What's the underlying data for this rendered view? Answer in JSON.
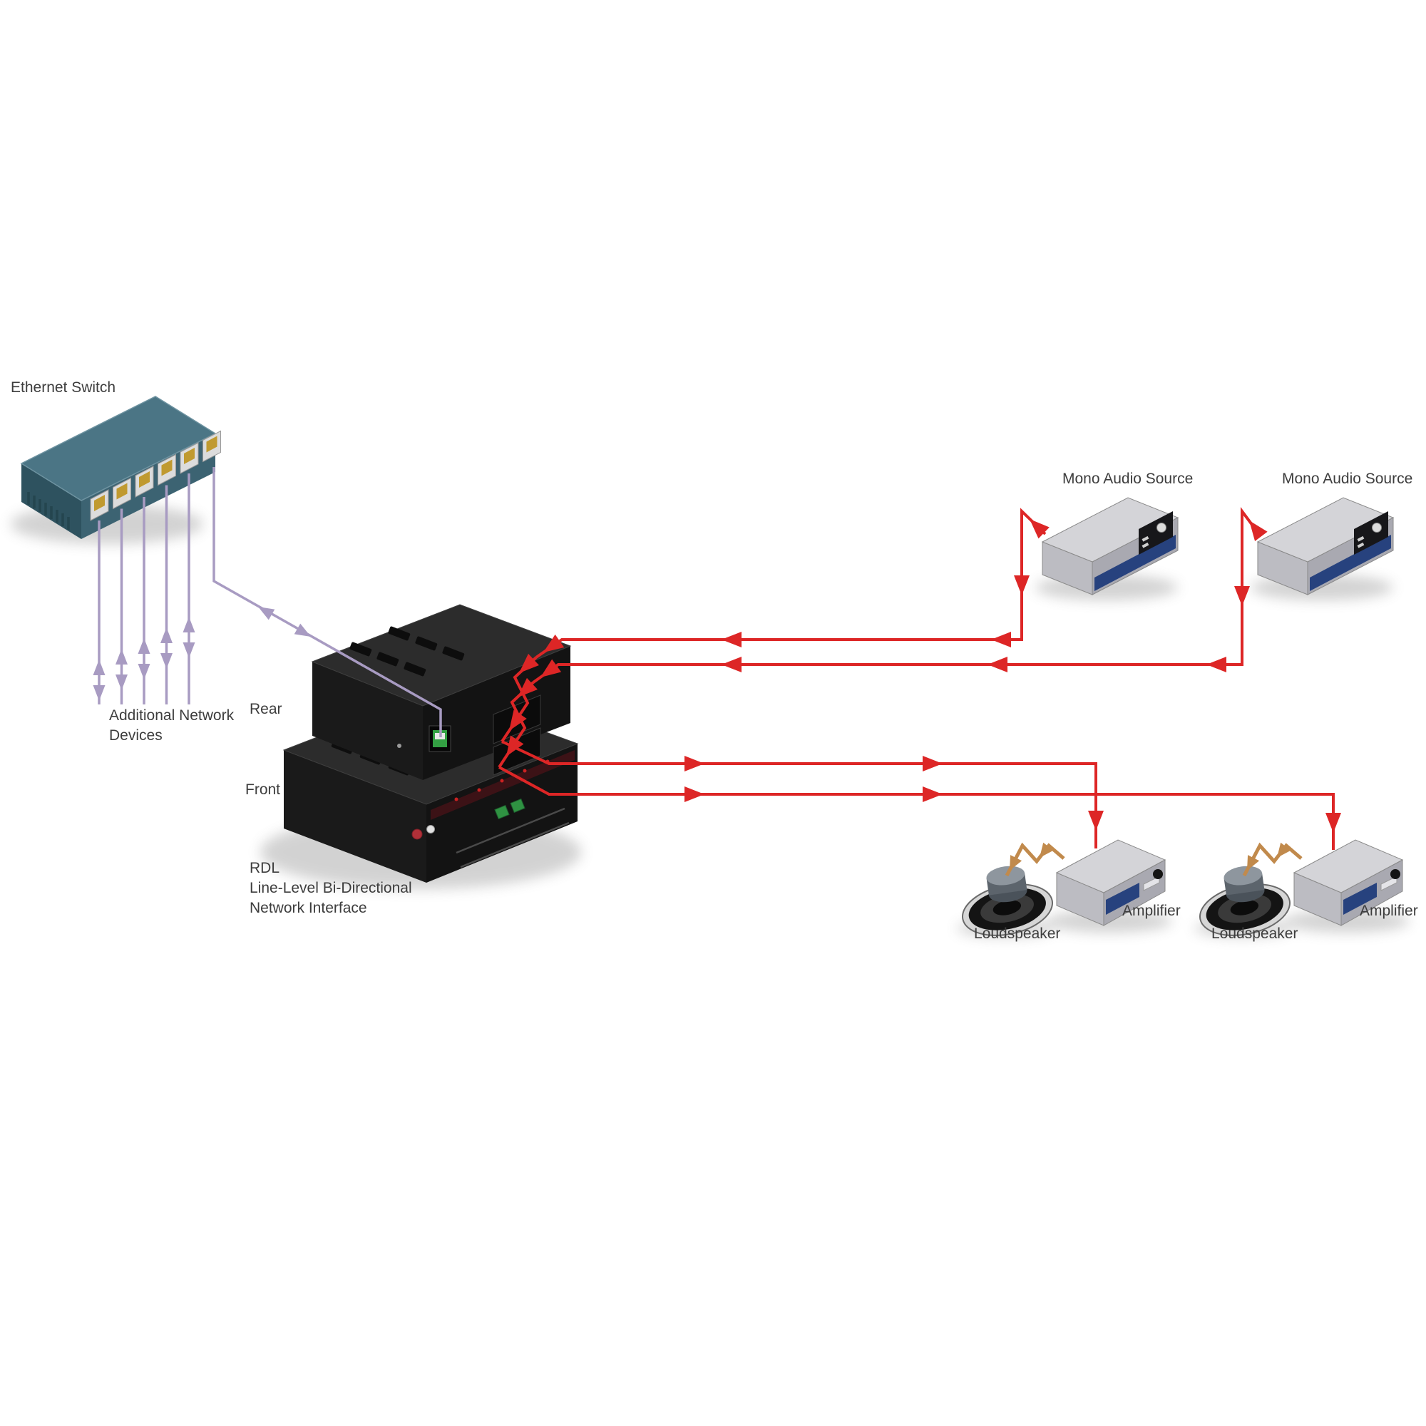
{
  "colors": {
    "network_line": "#a89bc2",
    "audio_line": "#dd2626",
    "speaker_line": "#c18a4c",
    "switch_top": "#4b7585",
    "switch_front": "#3c6372",
    "switch_side": "#2e525f",
    "gray_top": "#d4d4d8",
    "gray_left": "#bcbcc2",
    "gray_right": "#a9a9b1",
    "blue_stripe": "#27427e",
    "label_text": "#3d3d3d",
    "device_black_top": "#2c2c2c",
    "device_black_left": "#1a1a1a",
    "device_black_front": "#131313"
  },
  "labels": {
    "ethernet_switch": "Ethernet Switch",
    "additional_network_devices_line1": "Additional Network",
    "additional_network_devices_line2": "Devices",
    "rear": "Rear",
    "front": "Front",
    "rdl_line1": "RDL",
    "rdl_line2": "Line-Level Bi-Directional",
    "rdl_line3": "Network Interface",
    "mono_audio_source_left": "Mono Audio Source",
    "mono_audio_source_right": "Mono Audio Source",
    "amplifier_left": "Amplifier",
    "amplifier_right": "Amplifier",
    "loudspeaker_left": "Loudspeaker",
    "loudspeaker_right": "Loudspeaker"
  },
  "connections": [
    {
      "from": "Ethernet Switch",
      "to": "Additional Network Devices",
      "line_color_key": "network_line",
      "bidirectional": true,
      "count": 5
    },
    {
      "from": "Ethernet Switch",
      "to": "RDL Line-Level Bi-Directional Network Interface",
      "line_color_key": "network_line",
      "bidirectional": true
    },
    {
      "from": "Mono Audio Source (left)",
      "to": "RDL Network Interface input",
      "line_color_key": "audio_line",
      "bidirectional": false
    },
    {
      "from": "Mono Audio Source (right)",
      "to": "RDL Network Interface input",
      "line_color_key": "audio_line",
      "bidirectional": false
    },
    {
      "from": "RDL Network Interface output",
      "to": "Amplifier (left)",
      "line_color_key": "audio_line",
      "bidirectional": false
    },
    {
      "from": "RDL Network Interface output",
      "to": "Amplifier (right)",
      "line_color_key": "audio_line",
      "bidirectional": false
    },
    {
      "from": "Amplifier (left)",
      "to": "Loudspeaker (left)",
      "line_color_key": "speaker_line",
      "bidirectional": false
    },
    {
      "from": "Amplifier (right)",
      "to": "Loudspeaker (right)",
      "line_color_key": "speaker_line",
      "bidirectional": false
    }
  ]
}
